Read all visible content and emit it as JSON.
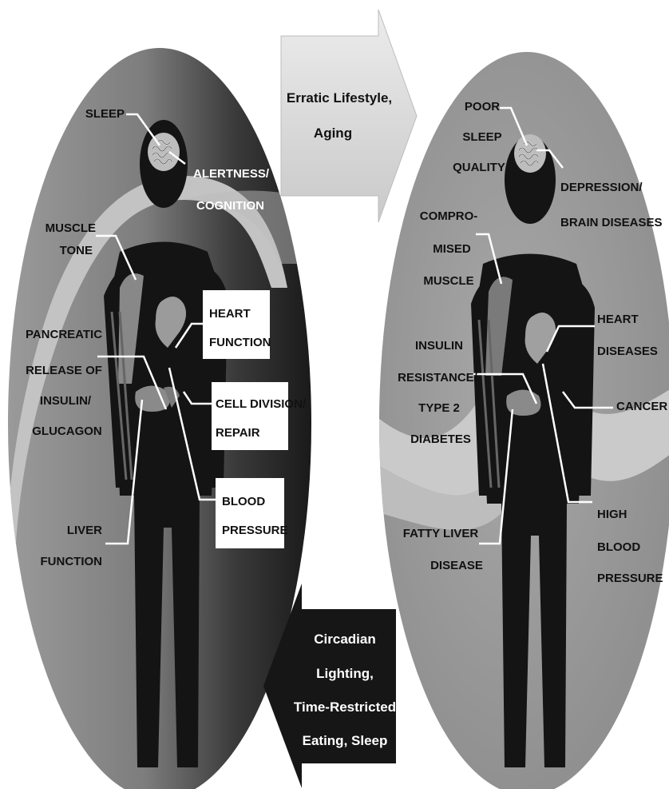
{
  "arrows": {
    "top": [
      "Erratic Lifestyle,",
      "Aging"
    ],
    "bottom": [
      "Circadian",
      "Lighting,",
      "Time-Restricted",
      "Eating, Sleep"
    ]
  },
  "healthy": {
    "sleep": [
      "SLEEP"
    ],
    "alertness": [
      "ALERTNESS/",
      "COGNITION"
    ],
    "muscle": [
      "MUSCLE",
      "TONE"
    ],
    "pancreatic": [
      "PANCREATIC",
      "RELEASE OF",
      "INSULIN/",
      "GLUCAGON"
    ],
    "heart": [
      "HEART",
      "FUNCTION"
    ],
    "cell": [
      "CELL DIVISION/",
      "REPAIR"
    ],
    "blood": [
      "BLOOD",
      "PRESSURE"
    ],
    "liver": [
      "LIVER",
      "FUNCTION"
    ]
  },
  "disease": {
    "sleep": [
      "POOR",
      "SLEEP",
      "QUALITY"
    ],
    "depression": [
      "DEPRESSION/",
      "BRAIN DISEASES"
    ],
    "muscle": [
      "COMPRO-",
      "MISED",
      "MUSCLE"
    ],
    "insulin": [
      "INSULIN",
      "RESISTANCE/",
      "TYPE 2",
      "DIABETES"
    ],
    "heart": [
      "HEART",
      "DISEASES"
    ],
    "cancer": [
      "CANCER"
    ],
    "liver": [
      "FATTY LIVER",
      "DISEASE"
    ],
    "blood": [
      "HIGH",
      "BLOOD",
      "PRESSURE"
    ]
  }
}
